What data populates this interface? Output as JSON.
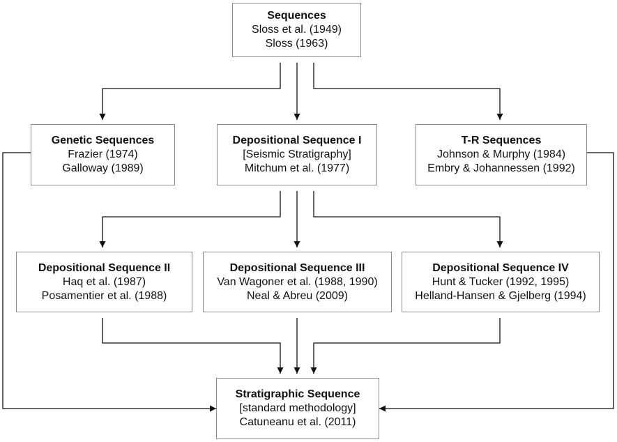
{
  "nodes": {
    "sequences": {
      "title": "Sequences",
      "lines": [
        "Sloss et al. (1949)",
        "Sloss (1963)"
      ]
    },
    "genetic": {
      "title": "Genetic Sequences",
      "lines": [
        "Frazier (1974)",
        "Galloway (1989)"
      ]
    },
    "dep1": {
      "title": "Depositional Sequence I",
      "lines": [
        "[Seismic Stratigraphy]",
        "Mitchum et al. (1977)"
      ]
    },
    "tr": {
      "title": "T-R Sequences",
      "lines": [
        "Johnson & Murphy (1984)",
        "Embry & Johannessen (1992)"
      ]
    },
    "dep2": {
      "title": "Depositional Sequence II",
      "lines": [
        "Haq et al. (1987)",
        "Posamentier et al. (1988)"
      ]
    },
    "dep3": {
      "title": "Depositional Sequence III",
      "lines": [
        "Van Wagoner et al. (1988, 1990)",
        "Neal & Abreu  (2009)"
      ]
    },
    "dep4": {
      "title": "Depositional Sequence IV",
      "lines": [
        "Hunt & Tucker (1992, 1995)",
        "Helland-Hansen & Gjelberg (1994)"
      ]
    },
    "strat": {
      "title": "Stratigraphic Sequence",
      "lines": [
        "[standard methodology]",
        "Catuneanu et al. (2011)"
      ]
    }
  }
}
